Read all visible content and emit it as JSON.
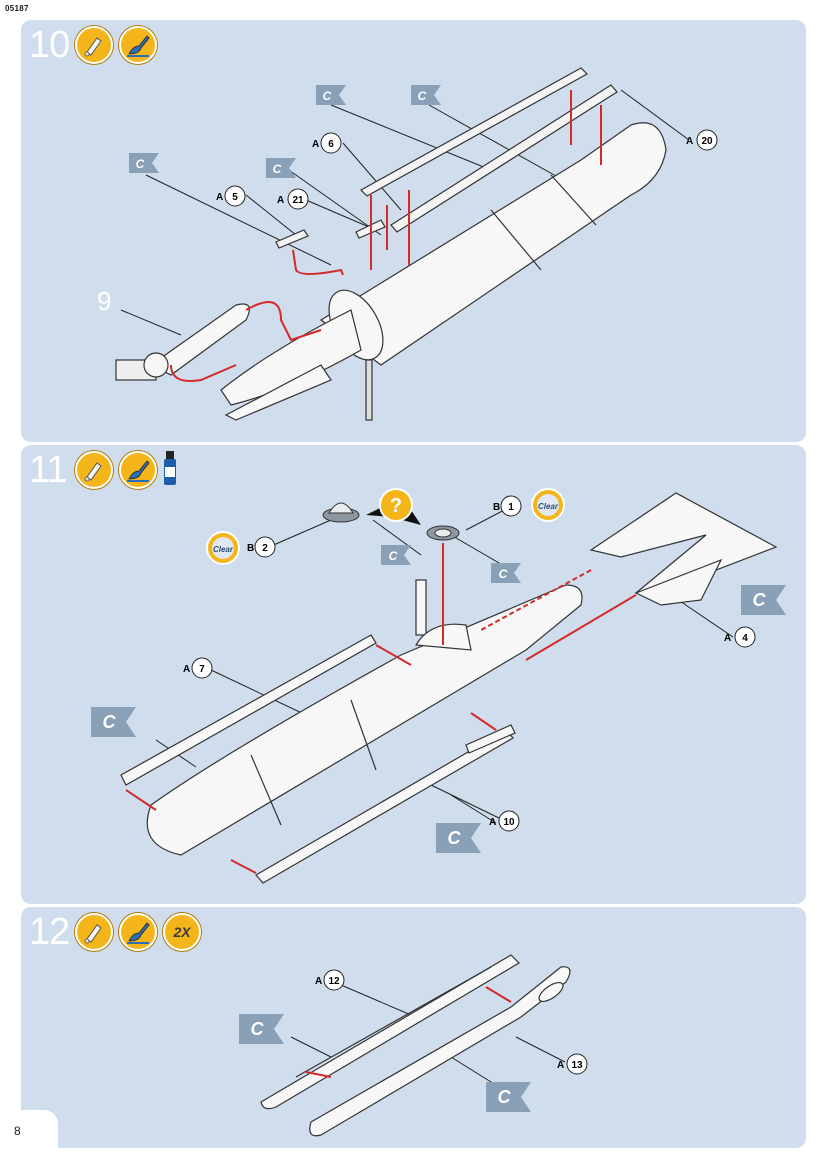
{
  "doc_code": "05187",
  "page_number": "8",
  "steps": [
    {
      "number": "10",
      "icons": [
        "glue-tube-icon",
        "paint-brush-icon"
      ],
      "callouts": [
        {
          "prefix": "A",
          "num": "6"
        },
        {
          "prefix": "A",
          "num": "5"
        },
        {
          "prefix": "A",
          "num": "21"
        },
        {
          "prefix": "A",
          "num": "20"
        }
      ],
      "ref_label": "9",
      "flag_letter": "C"
    },
    {
      "number": "11",
      "icons": [
        "glue-tube-icon",
        "paint-brush-icon",
        "clear-paint-bottle-icon"
      ],
      "callouts": [
        {
          "prefix": "B",
          "num": "1"
        },
        {
          "prefix": "B",
          "num": "2"
        },
        {
          "prefix": "A",
          "num": "7"
        },
        {
          "prefix": "A",
          "num": "4"
        },
        {
          "prefix": "A",
          "num": "10"
        }
      ],
      "clear_label": "Clear",
      "question_mark": "?",
      "flag_letter": "C"
    },
    {
      "number": "12",
      "icons": [
        "glue-tube-icon",
        "paint-brush-icon"
      ],
      "multiplier": "2X",
      "callouts": [
        {
          "prefix": "A",
          "num": "12"
        },
        {
          "prefix": "A",
          "num": "13"
        }
      ],
      "flag_letter": "C"
    }
  ],
  "colors": {
    "panel_bg": "#cfdded",
    "icon_yellow": "#f4b51a",
    "arrow_red": "#d42a2a",
    "flag_grey": "#8aa0b6"
  }
}
